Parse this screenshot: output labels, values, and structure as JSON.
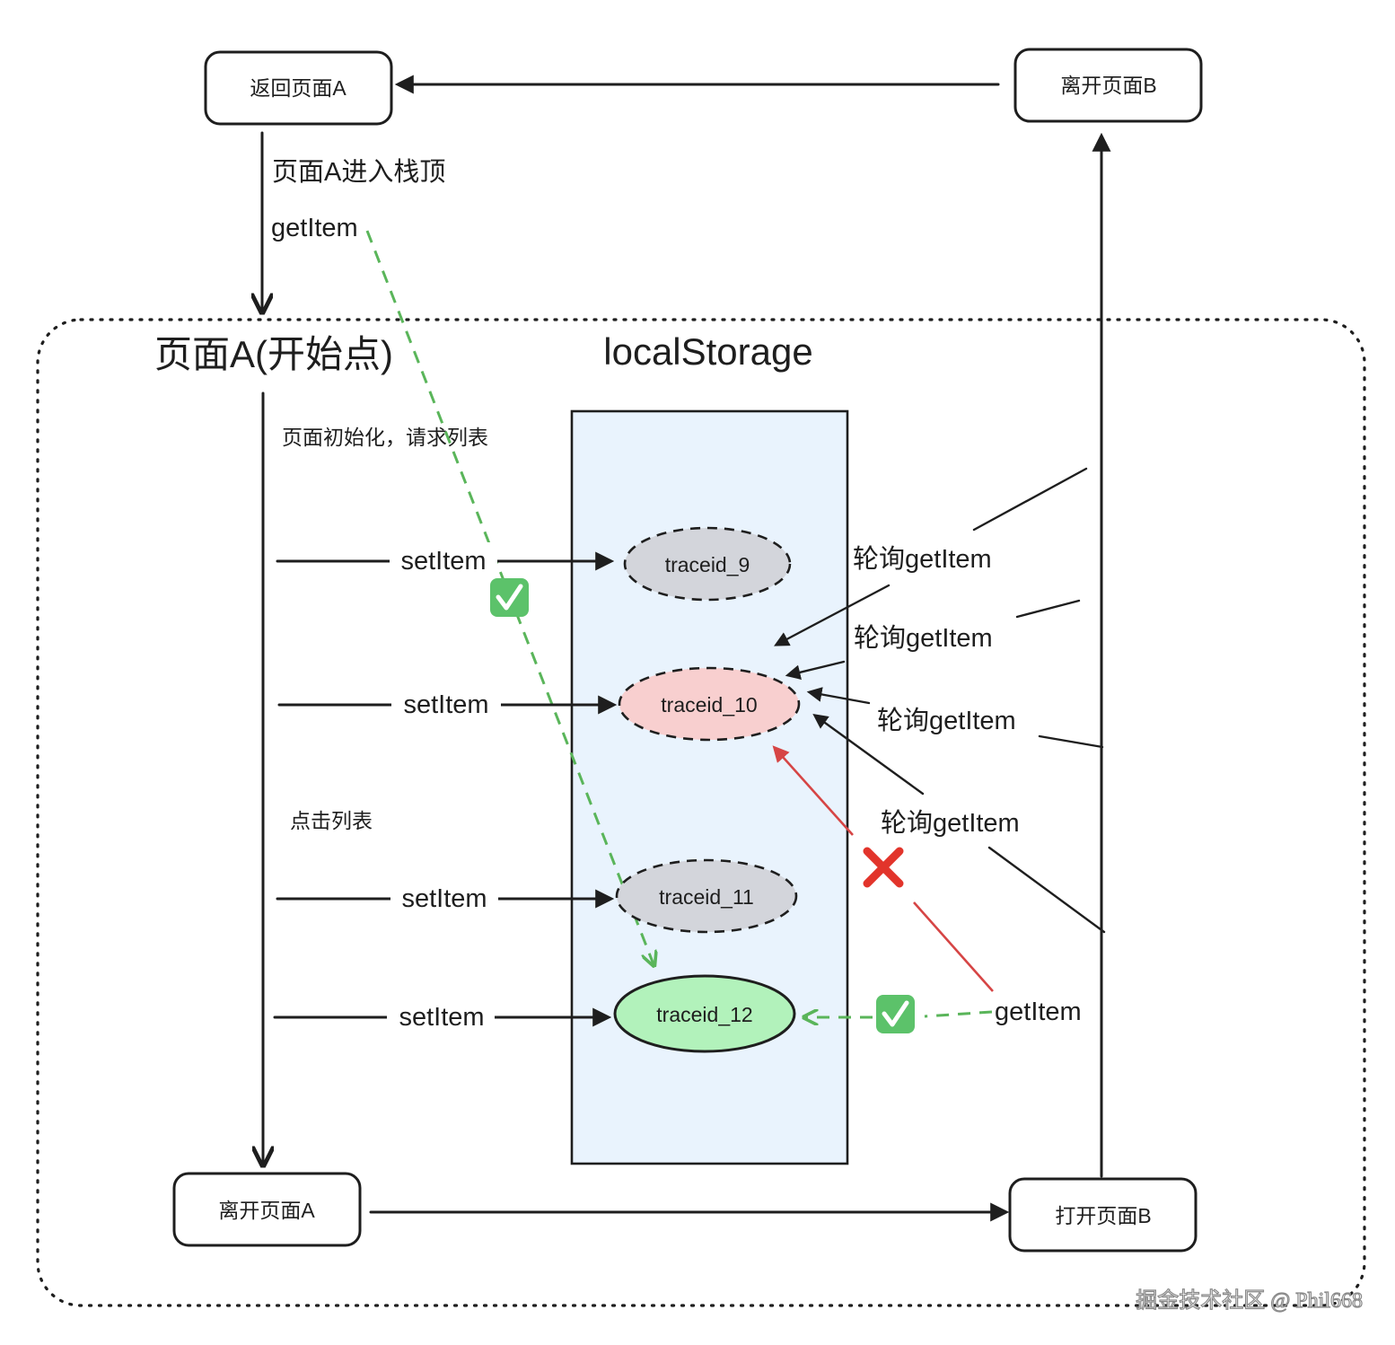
{
  "boxes": {
    "return_a": "返回页面A",
    "leave_b": "离开页面B",
    "leave_a": "离开页面A",
    "open_b": "打开页面B"
  },
  "labels": {
    "page_a_top": "页面A进入栈顶",
    "getitem_top": "getItem",
    "page_a_title": "页面A(开始点)",
    "storage_title": "localStorage",
    "init": "页面初始化，请求列表",
    "click_list": "点击列表",
    "setitem_1": "setItem",
    "setitem_2": "setItem",
    "setitem_3": "setItem",
    "setitem_4": "setItem",
    "poll_1": "轮询getItem",
    "poll_2": "轮询getItem",
    "poll_3": "轮询getItem",
    "poll_4": "轮询getItem",
    "getitem_bottom": "getItem",
    "watermark": "掘金技术社区 @ Phil668"
  },
  "nodes": {
    "trace_9": "traceid_9",
    "trace_10": "traceid_10",
    "trace_11": "traceid_11",
    "trace_12": "traceid_12"
  },
  "marks": {
    "check_icon": "check-mark-button",
    "cross_icon": "cross-mark"
  },
  "colors": {
    "storage_fill": "#e9f3fd",
    "trace_gray": "#d3d5db",
    "trace_red": "#f8cfcf",
    "trace_green": "#b2f2bb",
    "accent_green": "#5ab55a",
    "accent_red": "#d64545"
  }
}
